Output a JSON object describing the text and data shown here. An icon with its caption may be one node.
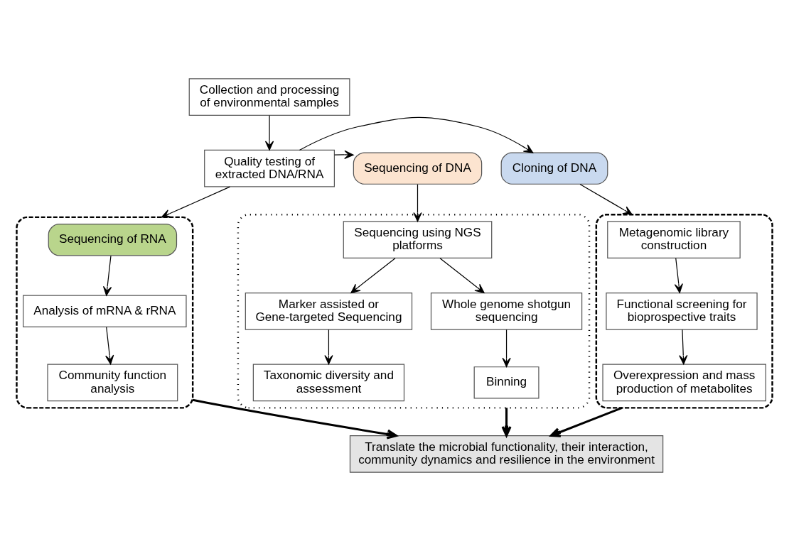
{
  "diagram": {
    "nodes": [
      {
        "text": [
          "Collection and processing of environmental samples"
        ]
      },
      {
        "text": [
          "Quality testing of extracted DNA/RNA"
        ]
      },
      {
        "text": [
          "Cloning of DNA"
        ]
      },
      {
        "text": [
          "Sequencing of DNA"
        ]
      },
      {
        "text": [],
        "shape": "box"
      },
      {
        "text": [
          "Metagenomic library construction"
        ],
        "in": 4
      },
      {
        "text": [
          "Functional screening for bioprospective traits"
        ],
        "in": 4
      },
      {
        "text": [
          "Overexpression and mass production of metabolites"
        ],
        "in": 4
      },
      {
        "text": [],
        "shape": "box"
      },
      {
        "text": [
          "Sequencing of RNA"
        ],
        "in": 8
      },
      {
        "text": [
          "Analysis of mRNA & rRNA"
        ],
        "in": 8
      },
      {
        "text": [
          "Community function analysis"
        ],
        "in": 8
      },
      {
        "text": [],
        "shape": "box"
      },
      {
        "text": [
          "Sequencing using NGS platforms"
        ],
        "in": 12
      },
      {
        "text": [
          "Marker assisted or Gene-targeted Sequencing"
        ],
        "in": 12
      },
      {
        "text": [
          "Whole genome shotgun sequencing"
        ],
        "in": 12
      },
      {
        "text": [
          "Taxonomic diversity and assessment"
        ],
        "in": 12
      },
      {
        "text": [
          "Binning"
        ],
        "in": 12
      },
      {
        "text": [
          "Translate the microbial functionality, their interaction, community dynamics and resilience in the environment"
        ]
      }
    ],
    "edges": [
      {
        "from": 0,
        "to": 1,
        "arrow": "to"
      },
      {
        "from": 1,
        "to": 2,
        "arrow": "to"
      },
      {
        "from": 1,
        "to": 3,
        "arrow": "to"
      },
      {
        "from": 1,
        "to": 8,
        "arrow": "to"
      },
      {
        "from": 2,
        "to": 4,
        "arrow": "to"
      },
      {
        "from": 3,
        "to": 13,
        "arrow": "to"
      },
      {
        "from": 5,
        "to": 6,
        "arrow": "to"
      },
      {
        "from": 6,
        "to": 7,
        "arrow": "to"
      },
      {
        "from": 9,
        "to": 10,
        "arrow": "to"
      },
      {
        "from": 10,
        "to": 11,
        "arrow": "to"
      },
      {
        "from": 13,
        "to": 14,
        "arrow": "to"
      },
      {
        "from": 13,
        "to": 15,
        "arrow": "to"
      },
      {
        "from": 14,
        "to": 16,
        "arrow": "to"
      },
      {
        "from": 15,
        "to": 17,
        "arrow": "to"
      },
      {
        "from": 4,
        "to": 18,
        "arrow": "to",
        "style": "thick"
      },
      {
        "from": 8,
        "to": 18,
        "arrow": "to",
        "style": "thick"
      },
      {
        "from": 12,
        "to": 18,
        "arrow": "to",
        "style": "thick"
      }
    ]
  }
}
